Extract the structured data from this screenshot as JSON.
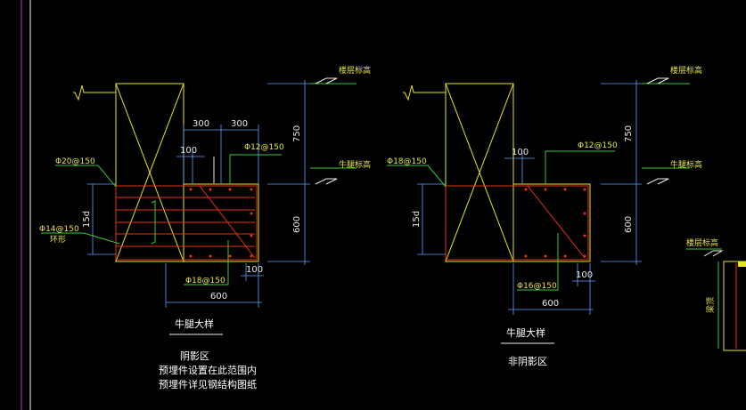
{
  "colors": {
    "background": "#000000",
    "concrete_outline": "#e6e61e",
    "rebar": "#e63214",
    "dimension": "#5aa0ff",
    "leader": "#3cc83c",
    "frame": "#c83cc8"
  },
  "drawing_left": {
    "dim_300_a": "300",
    "dim_300_b": "300",
    "dim_100_top": "100",
    "dim_750": "750",
    "dim_600_right": "600",
    "dim_15d": "15d",
    "dim_100_bottom": "100",
    "dim_600_bottom": "600",
    "label_phi12": "Φ12@150",
    "label_phi20": "Φ20@150",
    "label_phi14": "Φ14@150",
    "label_ring": "环形",
    "label_phi18": "Φ18@150",
    "elev_floor": "楼层标高",
    "elev_corbel": "牛腿标高",
    "caption_title": "牛腿大样",
    "caption_line1": "阴影区",
    "caption_line2": "预埋件设置在此范围内",
    "caption_line3": "预埋件详见钢结构图纸"
  },
  "drawing_right": {
    "dim_100_top": "100",
    "dim_750": "750",
    "dim_600_right": "600",
    "dim_15d": "15d",
    "dim_100_bottom": "100",
    "dim_600_bottom": "600",
    "label_phi12": "Φ12@150",
    "label_phi18": "Φ18@150",
    "label_phi16": "Φ16@150",
    "elev_floor": "楼层标高",
    "elev_corbel": "牛腿标高",
    "caption_title": "牛腿大样",
    "caption_line1": "非阴影区"
  },
  "drawing_partial": {
    "elev_floor": "楼层标高",
    "side_text": "梁顶"
  }
}
